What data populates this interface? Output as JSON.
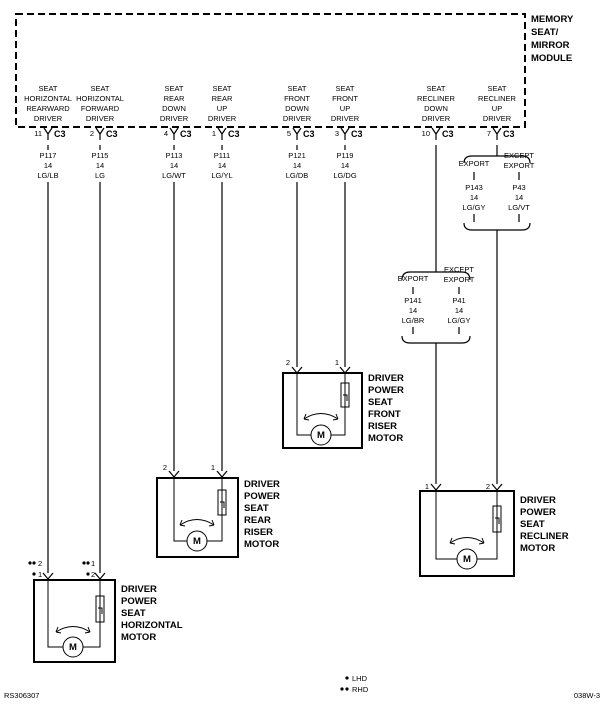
{
  "module": {
    "title_lines": [
      "MEMORY",
      "SEAT/",
      "MIRROR",
      "MODULE"
    ]
  },
  "drivers": [
    {
      "label_lines": [
        "SEAT",
        "HORIZONTAL",
        "REARWARD",
        "DRIVER"
      ],
      "pin": "11",
      "connector": "C3",
      "circuit": "P117",
      "gauge": "14",
      "color": "LG/LB"
    },
    {
      "label_lines": [
        "SEAT",
        "HORIZONTAL",
        "FORWARD",
        "DRIVER"
      ],
      "pin": "2",
      "connector": "C3",
      "circuit": "P115",
      "gauge": "14",
      "color": "LG"
    },
    {
      "label_lines": [
        "SEAT",
        "REAR",
        "DOWN",
        "DRIVER"
      ],
      "pin": "4",
      "connector": "C3",
      "circuit": "P113",
      "gauge": "14",
      "color": "LG/WT"
    },
    {
      "label_lines": [
        "SEAT",
        "REAR",
        "UP",
        "DRIVER"
      ],
      "pin": "1",
      "connector": "C3",
      "circuit": "P111",
      "gauge": "14",
      "color": "LG/YL"
    },
    {
      "label_lines": [
        "SEAT",
        "FRONT",
        "DOWN",
        "DRIVER"
      ],
      "pin": "5",
      "connector": "C3",
      "circuit": "P121",
      "gauge": "14",
      "color": "LG/DB"
    },
    {
      "label_lines": [
        "SEAT",
        "FRONT",
        "UP",
        "DRIVER"
      ],
      "pin": "3",
      "connector": "C3",
      "circuit": "P119",
      "gauge": "14",
      "color": "LG/DG"
    },
    {
      "label_lines": [
        "SEAT",
        "RECLINER",
        "DOWN",
        "DRIVER"
      ],
      "pin": "10",
      "connector": "C3"
    },
    {
      "label_lines": [
        "SEAT",
        "RECLINER",
        "UP",
        "DRIVER"
      ],
      "pin": "7",
      "connector": "C3"
    }
  ],
  "recliner_up_branch": {
    "left_label": "EXPORT",
    "right_label_lines": [
      "EXCEPT",
      "EXPORT"
    ],
    "left": {
      "circuit": "P143",
      "gauge": "14",
      "color": "LG/GY"
    },
    "right": {
      "circuit": "P43",
      "gauge": "14",
      "color": "LG/VT"
    }
  },
  "recliner_down_branch": {
    "left_label": "EXPORT",
    "right_label_lines": [
      "EXCEPT",
      "EXPORT"
    ],
    "left": {
      "circuit": "P141",
      "gauge": "14",
      "color": "LG/BR"
    },
    "right": {
      "circuit": "P41",
      "gauge": "14",
      "color": "LG/GY"
    }
  },
  "motors": [
    {
      "id": "front-riser",
      "label_lines": [
        "DRIVER",
        "POWER",
        "SEAT",
        "FRONT",
        "RISER",
        "MOTOR"
      ],
      "pin_left": "2",
      "pin_right": "1",
      "motor_symbol": "M"
    },
    {
      "id": "rear-riser",
      "label_lines": [
        "DRIVER",
        "POWER",
        "SEAT",
        "REAR",
        "RISER",
        "MOTOR"
      ],
      "pin_left": "2",
      "pin_right": "1",
      "motor_symbol": "M"
    },
    {
      "id": "recliner",
      "label_lines": [
        "DRIVER",
        "POWER",
        "SEAT",
        "RECLINER",
        "MOTOR"
      ],
      "pin_left": "1",
      "pin_right": "2",
      "motor_symbol": "M"
    },
    {
      "id": "horizontal",
      "label_lines": [
        "DRIVER",
        "POWER",
        "SEAT",
        "HORIZONTAL",
        "MOTOR"
      ],
      "pin_left_rhd": "2",
      "pin_left_lhd": "1",
      "pin_right_rhd": "1",
      "pin_right_lhd": "2",
      "motor_symbol": "M"
    }
  ],
  "legend": {
    "lhd": "LHD",
    "rhd": "RHD"
  },
  "footer": {
    "left": "RS306307",
    "right": "038W-3"
  }
}
